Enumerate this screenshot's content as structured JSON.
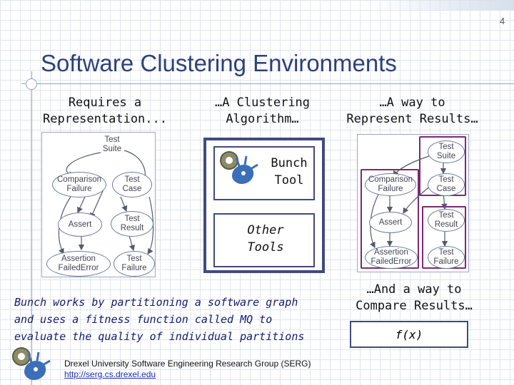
{
  "slide": {
    "page_number": "4",
    "title": "Software Clustering Environments"
  },
  "columns": {
    "left_heading": "Requires a\nRepresentation...",
    "middle_heading": "…A Clustering\nAlgorithm…",
    "right_heading": "…A way to\nRepresent Results…"
  },
  "left_diagram": {
    "nodes": [
      {
        "id": "test-suite",
        "label": "Test\nSuite",
        "shape": "plain"
      },
      {
        "id": "comparison-failure",
        "label": "Comparison\nFailure",
        "shape": "pill"
      },
      {
        "id": "test-case",
        "label": "Test\nCase",
        "shape": "pill"
      },
      {
        "id": "assert",
        "label": "Assert",
        "shape": "pill"
      },
      {
        "id": "test-result",
        "label": "Test\nResult",
        "shape": "pill"
      },
      {
        "id": "assertion-failed-error",
        "label": "Assertion\nFailedError",
        "shape": "pill"
      },
      {
        "id": "test-failure",
        "label": "Test\nFailure",
        "shape": "pill"
      }
    ]
  },
  "tools": {
    "bunch_label": "Bunch\nTool",
    "other_label": "Other\nTools",
    "logo_icon": "bunch-dragon-logo-icon"
  },
  "right_diagram": {
    "nodes": [
      {
        "id": "test-suite",
        "label": "Test\nSuite"
      },
      {
        "id": "comparison-failure",
        "label": "Comparison\nFailure"
      },
      {
        "id": "test-case",
        "label": "Test\nCase"
      },
      {
        "id": "assert",
        "label": "Assert"
      },
      {
        "id": "test-result",
        "label": "Test\nResult"
      },
      {
        "id": "assertion-failed-error",
        "label": "Assertion\nFailedError"
      },
      {
        "id": "test-failure",
        "label": "Test\nFailure"
      }
    ],
    "cluster_color": "#7a2a72"
  },
  "compare": {
    "heading": "…And a way to\nCompare Results…",
    "fx": "f(x)"
  },
  "blurb": "Bunch works by partitioning a software graph\nand uses a fitness function called MQ to\nevaluate the quality of individual partitions",
  "footer": {
    "org": "Drexel University Software Engineering Research Group (SERG)",
    "link_prefix": "http:",
    "link_rest": "//serg.cs.drexel.edu"
  },
  "colors": {
    "title": "#2d3f7a",
    "box_border": "#414a7e",
    "blurb_text": "#161a6e",
    "link": "#1a2fb8"
  }
}
